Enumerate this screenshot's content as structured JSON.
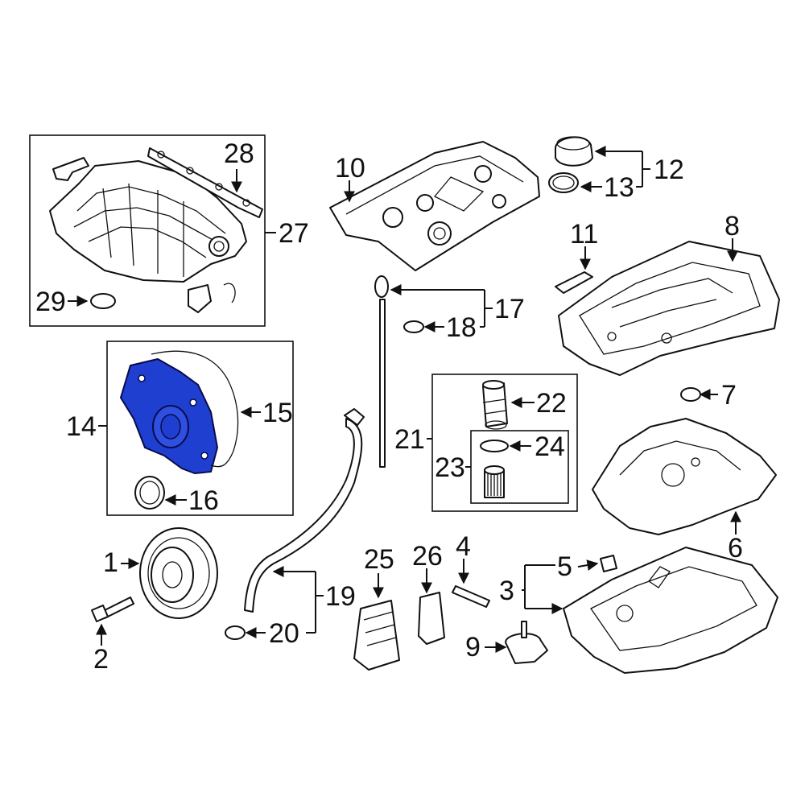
{
  "diagram": {
    "highlight_color": "#1f3fd0",
    "callouts": [
      "1",
      "2",
      "3",
      "4",
      "5",
      "6",
      "7",
      "8",
      "9",
      "10",
      "11",
      "12",
      "13",
      "14",
      "15",
      "16",
      "17",
      "18",
      "19",
      "20",
      "21",
      "22",
      "23",
      "24",
      "25",
      "26",
      "27",
      "28",
      "29"
    ]
  }
}
